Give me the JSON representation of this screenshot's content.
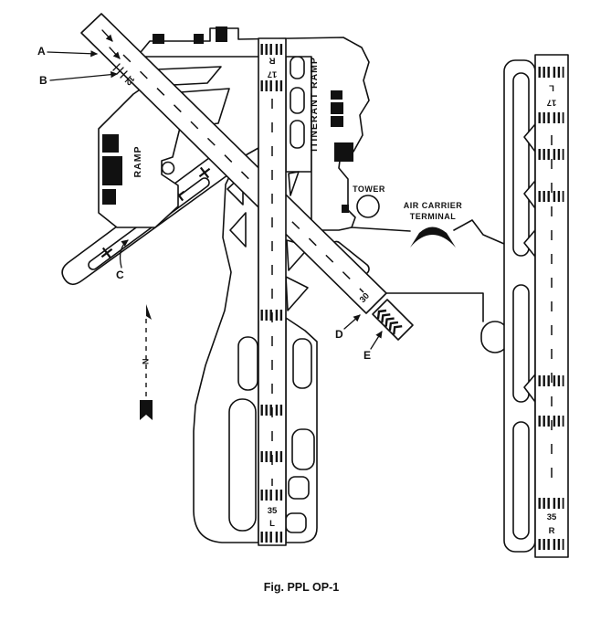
{
  "figure": {
    "caption": "Fig. PPL OP-1"
  },
  "airport": {
    "areas": {
      "ramp_label": "RAMP",
      "itinerant_ramp_label": "ITINERANT RAMP",
      "tower_label": "TOWER",
      "terminal_label_line1": "AIR CARRIER",
      "terminal_label_line2": "TERMINAL"
    },
    "compass": {
      "north_label": "N"
    },
    "runways": {
      "diagonal": {
        "end_12": "12",
        "end_30": "30"
      },
      "center": {
        "north_end_number": "17",
        "north_end_letter": "R",
        "south_end_number": "35",
        "south_end_letter": "L"
      },
      "east": {
        "north_end_number": "17",
        "north_end_letter": "L",
        "south_end_number": "35",
        "south_end_letter": "R"
      }
    },
    "callouts": {
      "a": "A",
      "b": "B",
      "c": "C",
      "d": "D",
      "e": "E"
    }
  }
}
